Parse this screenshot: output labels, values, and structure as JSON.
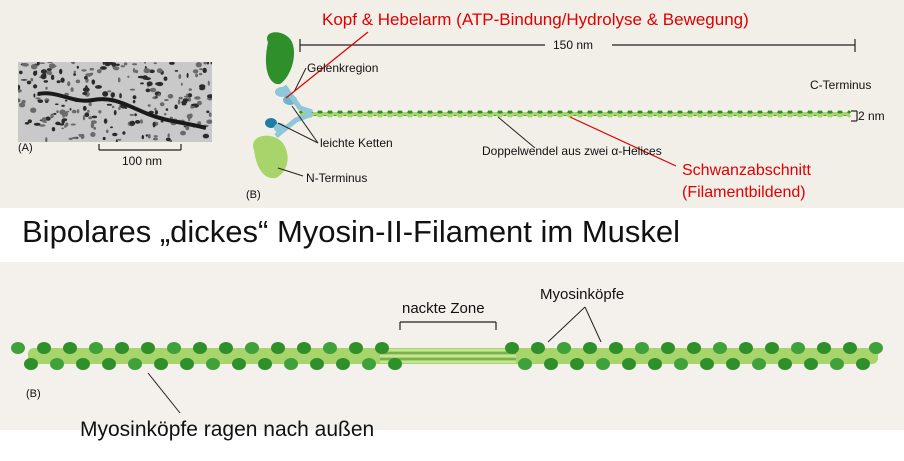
{
  "panel_a": {
    "label": "(A)",
    "scale_bar": "100 nm"
  },
  "panel_b": {
    "label": "(B)",
    "length_label": "150 nm",
    "width_label": "2 nm",
    "gelenkregion": "Gelenkregion",
    "c_terminus": "C-Terminus",
    "leichte_ketten": "leichte Ketten",
    "n_terminus": "N-Terminus",
    "doppelwendel": "Doppelwendel aus zwei α-Helices"
  },
  "annotations": {
    "kopf_hebelarm": "Kopf & Hebelarm (ATP-Bindung/Hydrolyse & Bewegung)",
    "schwanzabschnitt_line1": "Schwanzabschnitt",
    "schwanzabschnitt_line2": "(Filamentbildend)"
  },
  "section_title": "Bipolares „dickes“ Myosin-II-Filament im Muskel",
  "filament": {
    "label": "(B)",
    "nackte_zone": "nackte Zone",
    "myosinkoepfe": "Myosinköpfe",
    "caption": "Myosinköpfe ragen nach außen"
  },
  "colors": {
    "annotation_red": "#e00000",
    "head_dark_green": "#2f8f2a",
    "light_green": "#a7d46b",
    "light_blue": "#8fc6d8"
  }
}
